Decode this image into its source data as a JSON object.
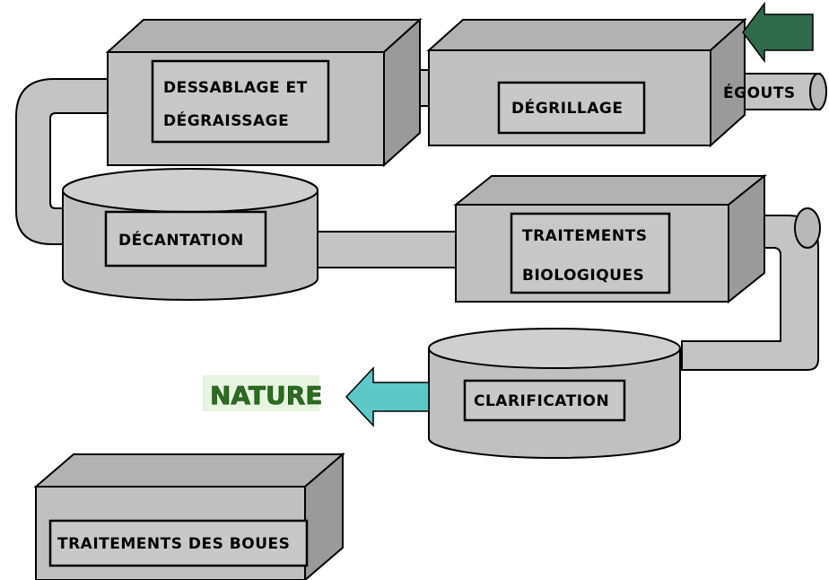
{
  "diagram": {
    "units": {
      "degrillage": "DÉGRILLAGE",
      "dessablage_line1": "DESSABLAGE ET",
      "dessablage_line2": "DÉGRAISSAGE",
      "decantation": "DÉCANTATION",
      "traitements_bio_line1": "TRAITEMENTS",
      "traitements_bio_line2": "BIOLOGIQUES",
      "clarification": "CLARIFICATION",
      "traitements_boues": "TRAITEMENTS DES BOUES"
    },
    "inlet_label": "ÉGOUTS",
    "outlet_label": "NATURE",
    "colors": {
      "inlet_arrow": "#2f6b4a",
      "outlet_arrow": "#5cc8c8",
      "nature_text": "#2a6e1f",
      "nature_bg": "#e6f4e0"
    }
  }
}
